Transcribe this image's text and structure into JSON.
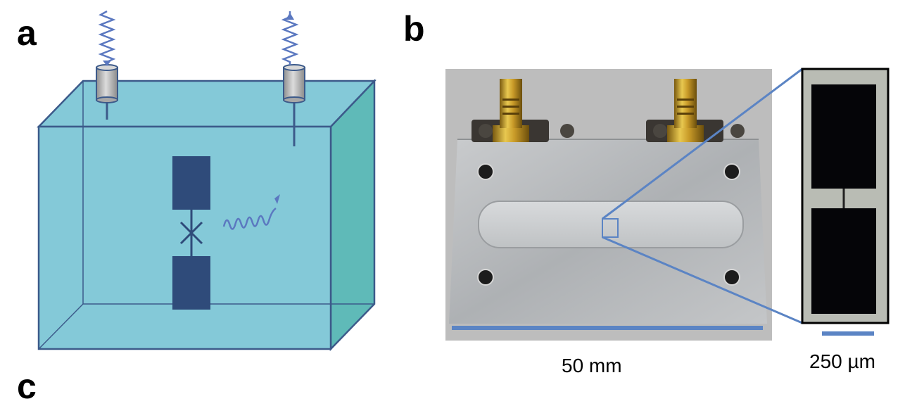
{
  "panels": {
    "a": {
      "letter": "a"
    },
    "b": {
      "letter": "b"
    },
    "c": {
      "letter": "c"
    }
  },
  "scale_bars": {
    "main": {
      "label": "50 mm"
    },
    "inset": {
      "label": "250 µm"
    }
  },
  "colors": {
    "cavity_front": "#84c9d8",
    "cavity_side": "#5fbab8",
    "cavity_edge": "#3c5a8a",
    "junction_pad": "#2f4b7a",
    "wave": "#5b78c0",
    "connector": "#b8b8b8",
    "scale_bar": "#5b84c4",
    "zoom_lines": "#5b84c4"
  }
}
